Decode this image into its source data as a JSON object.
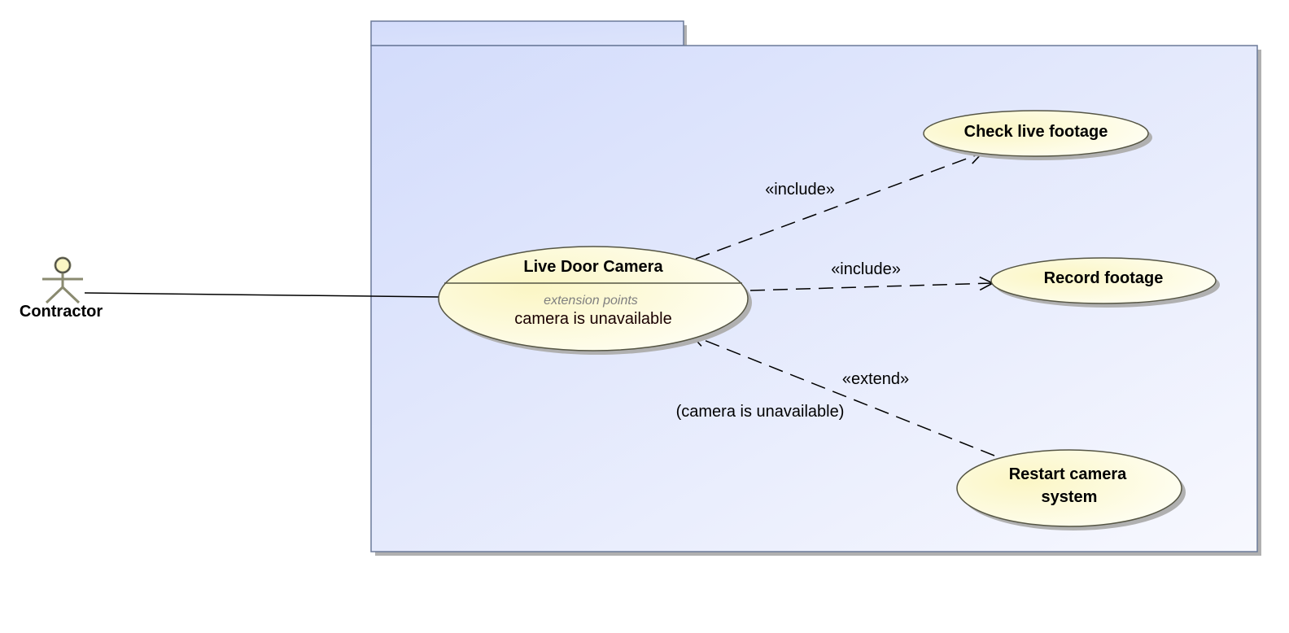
{
  "actor": {
    "name": "Contractor"
  },
  "use_cases": {
    "live_door_camera": {
      "name": "Live Door Camera",
      "extension_points_title": "extension points",
      "extension_point": "camera is unavailable"
    },
    "check_live_footage": {
      "name": "Check live footage"
    },
    "record_footage": {
      "name": "Record footage"
    },
    "restart_camera_system": {
      "name_line1": "Restart camera",
      "name_line2": "system"
    }
  },
  "relationships": {
    "include_1": "«include»",
    "include_2": "«include»",
    "extend": "«extend»",
    "extend_condition": "(camera is unavailable)"
  },
  "colors": {
    "package_fill_start": "#d3dcfb",
    "package_fill_end": "#f7f8fe",
    "package_border": "#6b7a99",
    "usecase_fill_start": "#fbf6c5",
    "usecase_fill_end": "#fffff5",
    "usecase_border": "#555544",
    "shadow": "#b0b0b0"
  }
}
